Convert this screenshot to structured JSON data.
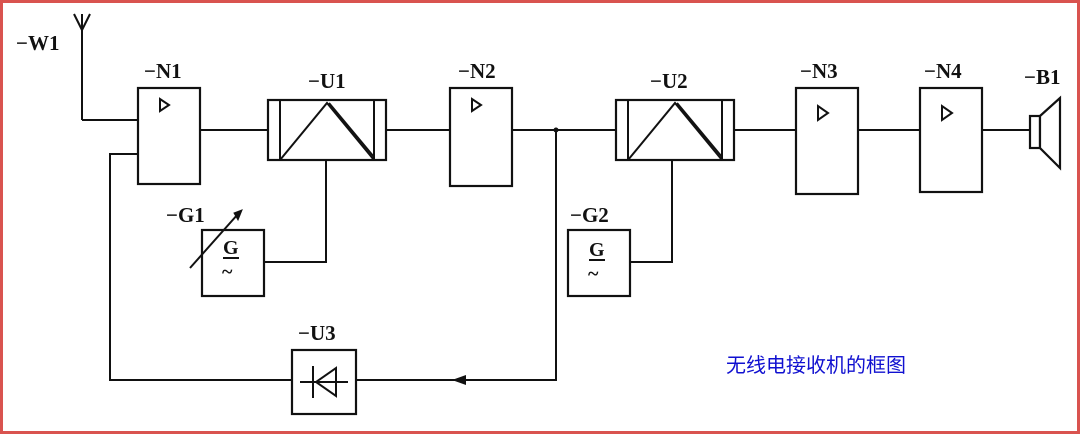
{
  "labels": {
    "w1": "−W1",
    "n1": "−N1",
    "u1": "−U1",
    "n2": "−N2",
    "u2": "−U2",
    "n3": "−N3",
    "n4": "−N4",
    "b1": "−B1",
    "g1": "−G1",
    "g2": "−G2",
    "u3": "−U3"
  },
  "generator_symbol": "G",
  "generator_wave": "~",
  "caption": "无线电接收机的框图",
  "colors": {
    "border": "#d9534f",
    "caption": "#1010d0",
    "line": "#111111"
  }
}
